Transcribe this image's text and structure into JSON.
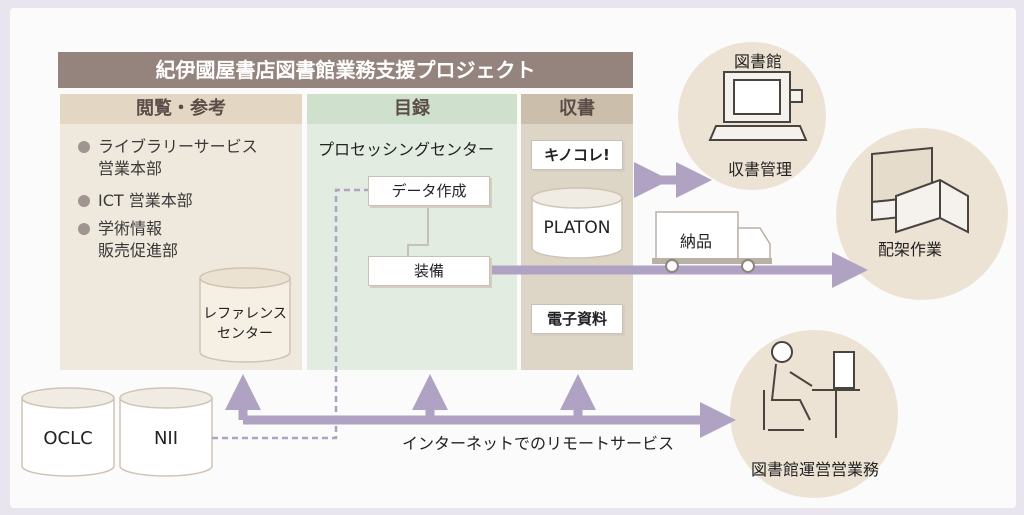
{
  "title": "紀伊國屋書店図書館業務支援プロジェクト",
  "columns": {
    "etsuran": "閲覧・参考",
    "mokuroku": "目録",
    "shusho": "収書"
  },
  "etsuran_items": [
    "ライブラリーサービス\n営業本部",
    "ICT 営業本部",
    "学術情報\n販売促進部"
  ],
  "reference_center": [
    "レファレンス",
    "センター"
  ],
  "processing_center": "プロセッシングセンター",
  "data_creation": "データ作成",
  "soubi": "装備",
  "kinokore": "キノコレ!",
  "platon": "PLATON",
  "denshi_shiryo": "電子資料",
  "nohin": "納品",
  "oclc": "OCLC",
  "nii": "NII",
  "remote_service": "インターネットでのリモートサービス",
  "library": "図書館",
  "shusho_kanri": "収書管理",
  "haika_sagyo": "配架作業",
  "unei_gyomu": "図書館運営営業務",
  "colors": {
    "accent": "#b0a2c2",
    "title_bg": "#94847d",
    "circle_bg": "#ece3d4"
  }
}
